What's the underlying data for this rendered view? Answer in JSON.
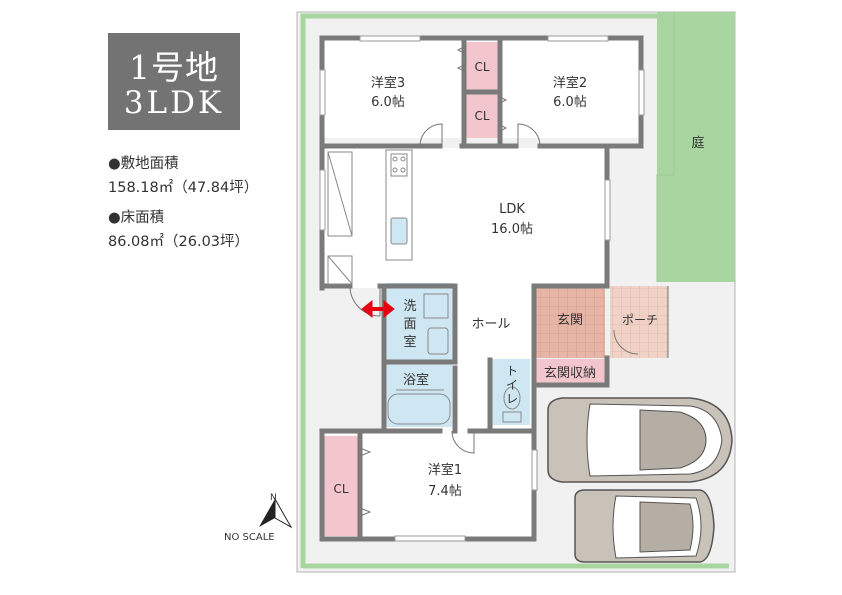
{
  "header": {
    "lot": "1号地",
    "layout": "3LDK"
  },
  "info": {
    "site_area_label": "●敷地面積",
    "site_area_value": "158.18㎡（47.84坪）",
    "floor_area_label": "●床面積",
    "floor_area_value": "86.08㎡（26.03坪）"
  },
  "rooms": {
    "western3_name": "洋室3",
    "western3_size": "6.0帖",
    "western2_name": "洋室2",
    "western2_size": "6.0帖",
    "western1_name": "洋室1",
    "western1_size": "7.4帖",
    "ldk_name": "LDK",
    "ldk_size": "16.0帖",
    "closet_a": "CL",
    "closet_b": "CL",
    "closet_c": "CL",
    "washroom_1": "洗",
    "washroom_2": "面",
    "washroom_3": "室",
    "bath": "浴室",
    "hall": "ホール",
    "entrance": "玄関",
    "entrance_storage": "玄関収納",
    "porch": "ポーチ",
    "toilet_1": "ト",
    "toilet_2": "イ",
    "toilet_3": "レ",
    "garden": "庭"
  },
  "compass": {
    "north": "N",
    "scale_note": "NO SCALE"
  },
  "colors": {
    "closet": "#f2c6cc",
    "wet_area": "#cfe7f3",
    "entrance_tile": "#e6b5a6",
    "garden": "#a9d6a0",
    "wall": "#7a7a7a",
    "lot_bg": "#f1f1f1",
    "header_bg": "#737373",
    "arrow": "#e60012"
  }
}
